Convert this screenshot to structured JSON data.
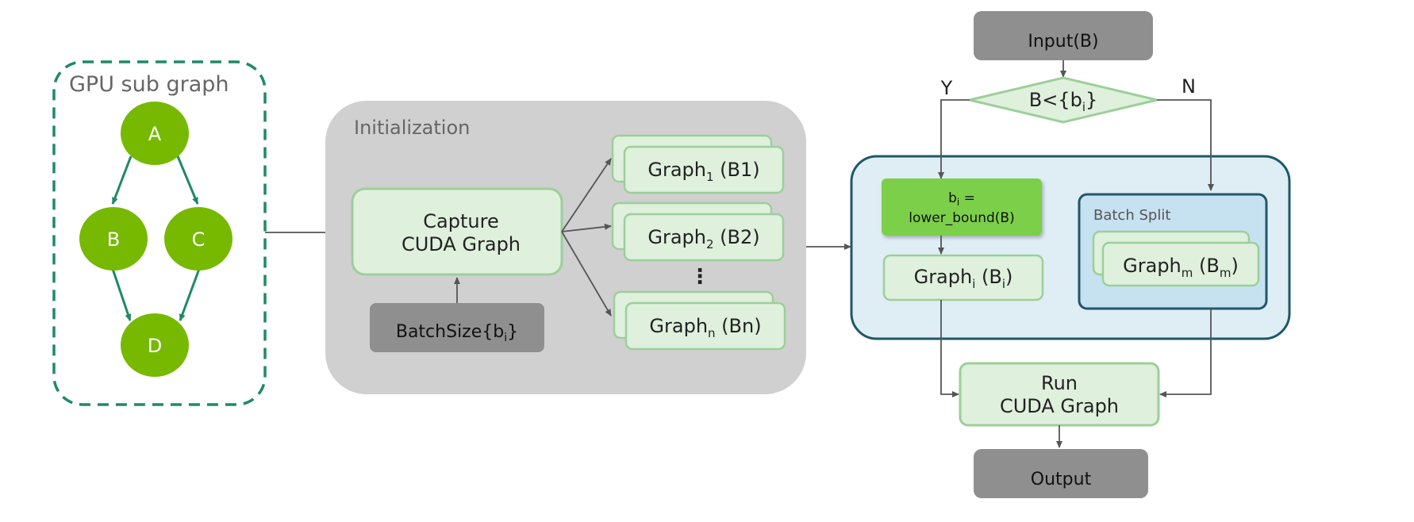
{
  "gpu_subgraph": {
    "title": "GPU sub graph",
    "nodes": {
      "a": "A",
      "b": "B",
      "c": "C",
      "d": "D"
    }
  },
  "initialization": {
    "title": "Initialization",
    "capture_line1": "Capture",
    "capture_line2": "CUDA Graph",
    "batchsize_main": "BatchSize{b",
    "batchsize_sub": "i",
    "batchsize_close": "}",
    "graphs": [
      {
        "main": "Graph",
        "sub": "1",
        "suffix": " (B1)"
      },
      {
        "main": "Graph",
        "sub": "2",
        "suffix": " (B2)"
      },
      {
        "main": "Graph",
        "sub": "n",
        "suffix": " (Bn)"
      }
    ],
    "ellipsis": "⋮"
  },
  "runtime": {
    "input": "Input(B)",
    "decision_main": "B<{b",
    "decision_sub": "i",
    "decision_close": "}",
    "yes_label": "Y",
    "no_label": "N",
    "lower_bound_line1_main": "b",
    "lower_bound_line1_sub": "i",
    "lower_bound_line1_rest": " =",
    "lower_bound_line2": "lower_bound(B)",
    "graph_i": {
      "main": "Graph",
      "sub": "i",
      "mid": " (B",
      "sub2": "i",
      "close": ")"
    },
    "batch_split_title": "Batch Split",
    "graph_m": {
      "main": "Graph",
      "sub": "m",
      "mid": " (B",
      "sub2": "m",
      "close": ")"
    },
    "run_line1": "Run",
    "run_line2": "CUDA Graph",
    "output": "Output"
  },
  "colors": {
    "node_green": "#76b900",
    "light_green_fill": "#dff0dd",
    "light_green_stroke": "#9ccf9a",
    "dashed_border": "#1f8a64",
    "gray_panel": "#d0d0d0",
    "gray_box": "#8f8f8f",
    "blue_panel_fill": "#dfedf5",
    "blue_panel_stroke": "#1e5869",
    "batch_split_fill": "#c6e1f0",
    "lower_bound_fill": "#7ccf4a"
  }
}
